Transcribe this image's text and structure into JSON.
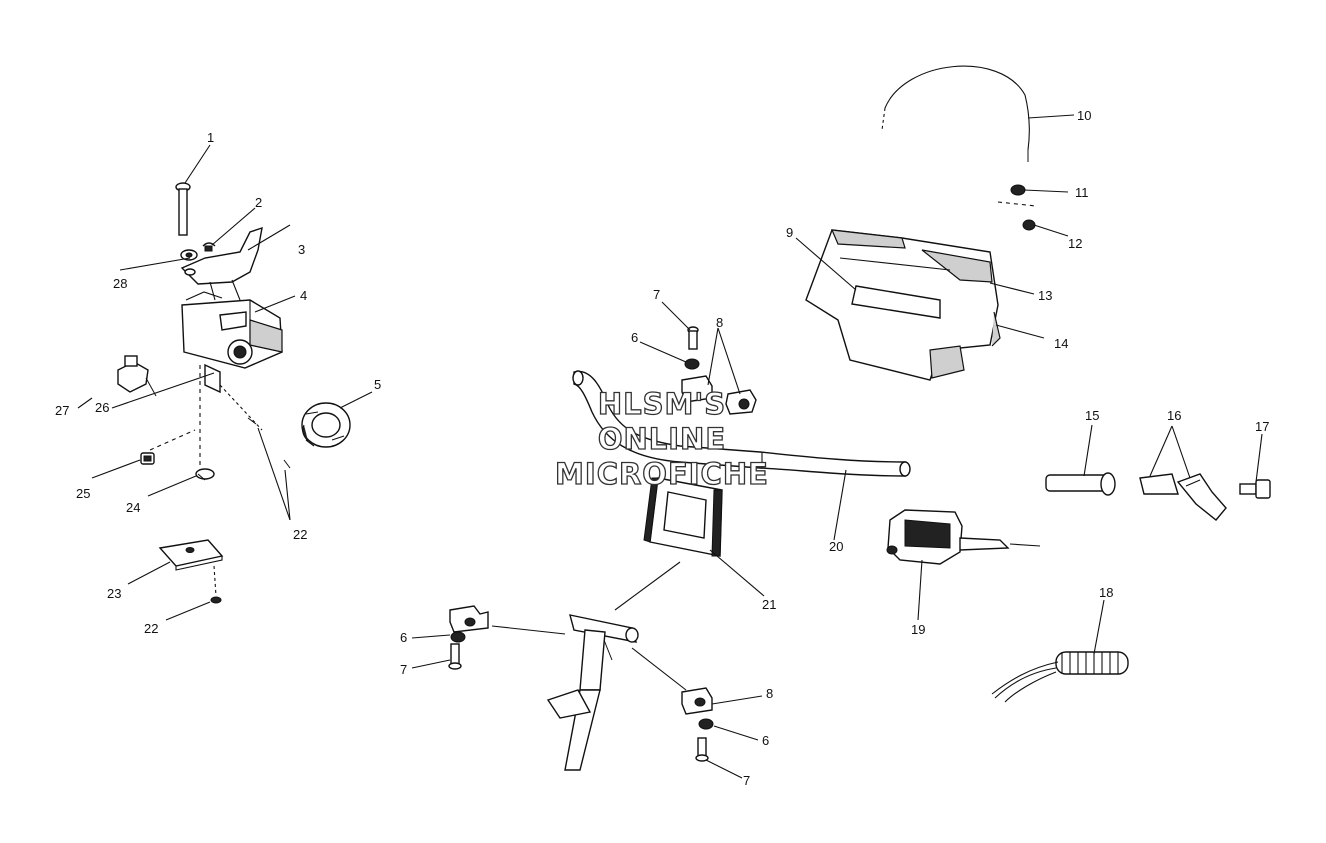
{
  "watermark": [
    "HLSM'S",
    "ONLINE",
    "MICROFICHE"
  ],
  "callouts": [
    {
      "id": "c1",
      "text": "1"
    },
    {
      "id": "c2",
      "text": "2"
    },
    {
      "id": "c3",
      "text": "3"
    },
    {
      "id": "c4",
      "text": "4"
    },
    {
      "id": "c5",
      "text": "5"
    },
    {
      "id": "c6a",
      "text": "6"
    },
    {
      "id": "c6b",
      "text": "6"
    },
    {
      "id": "c6c",
      "text": "6"
    },
    {
      "id": "c7a",
      "text": "7"
    },
    {
      "id": "c7b",
      "text": "7"
    },
    {
      "id": "c7c",
      "text": "7"
    },
    {
      "id": "c8a",
      "text": "8"
    },
    {
      "id": "c8b",
      "text": "8"
    },
    {
      "id": "c9",
      "text": "9"
    },
    {
      "id": "c10",
      "text": "10"
    },
    {
      "id": "c11",
      "text": "11"
    },
    {
      "id": "c12",
      "text": "12"
    },
    {
      "id": "c13",
      "text": "13"
    },
    {
      "id": "c14",
      "text": "14"
    },
    {
      "id": "c15",
      "text": "15"
    },
    {
      "id": "c16",
      "text": "16"
    },
    {
      "id": "c17",
      "text": "17"
    },
    {
      "id": "c18",
      "text": "18"
    },
    {
      "id": "c19",
      "text": "19"
    },
    {
      "id": "c20",
      "text": "20"
    },
    {
      "id": "c21",
      "text": "21"
    },
    {
      "id": "c22a",
      "text": "22"
    },
    {
      "id": "c22b",
      "text": "22"
    },
    {
      "id": "c23",
      "text": "23"
    },
    {
      "id": "c24",
      "text": "24"
    },
    {
      "id": "c25",
      "text": "25"
    },
    {
      "id": "c26",
      "text": "26"
    },
    {
      "id": "c27",
      "text": "27"
    },
    {
      "id": "c28",
      "text": "28"
    }
  ]
}
